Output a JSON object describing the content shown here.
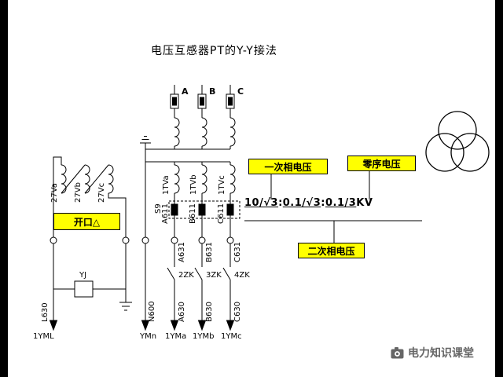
{
  "title": "电压互感器PT的Y-Y接法",
  "phases": {
    "a": "A",
    "b": "B",
    "c": "C"
  },
  "windings": {
    "secondary": {
      "a": "1TVa",
      "b": "1TVb",
      "c": "1TVc"
    },
    "open_delta": {
      "a": "27Va",
      "b": "27Vb",
      "c": "27Vc"
    }
  },
  "callouts": {
    "open_delta": "开口△",
    "primary_phase_voltage": "一次相电压",
    "zero_sequence_voltage": "零序电压",
    "secondary_phase_voltage": "二次相电压"
  },
  "ratio": {
    "primary": "10/√3",
    "separator": ":",
    "secondary": "0.1/√3",
    "zero_sequence": "0.1/3",
    "unit": "KV"
  },
  "wire_labels": {
    "s9": "S9",
    "a611": "A611",
    "b611": "B611",
    "c611": "C611",
    "a631": "A631",
    "b631": "B631",
    "c631": "C631",
    "n600": "N600",
    "a630": "A630",
    "b630": "B630",
    "c630": "C630",
    "l630": "L630"
  },
  "switches": {
    "a": "2ZK",
    "b": "3ZK",
    "c": "4ZK"
  },
  "buses": {
    "open_delta": "1YML",
    "n": "YMn",
    "a": "1YMa",
    "b": "1YMb",
    "c": "1YMc"
  },
  "relay": "YJ",
  "watermark": "电力知识课堂",
  "colors": {
    "highlight": "#ffff00",
    "line": "#000000",
    "watermark_text": "#666666"
  }
}
